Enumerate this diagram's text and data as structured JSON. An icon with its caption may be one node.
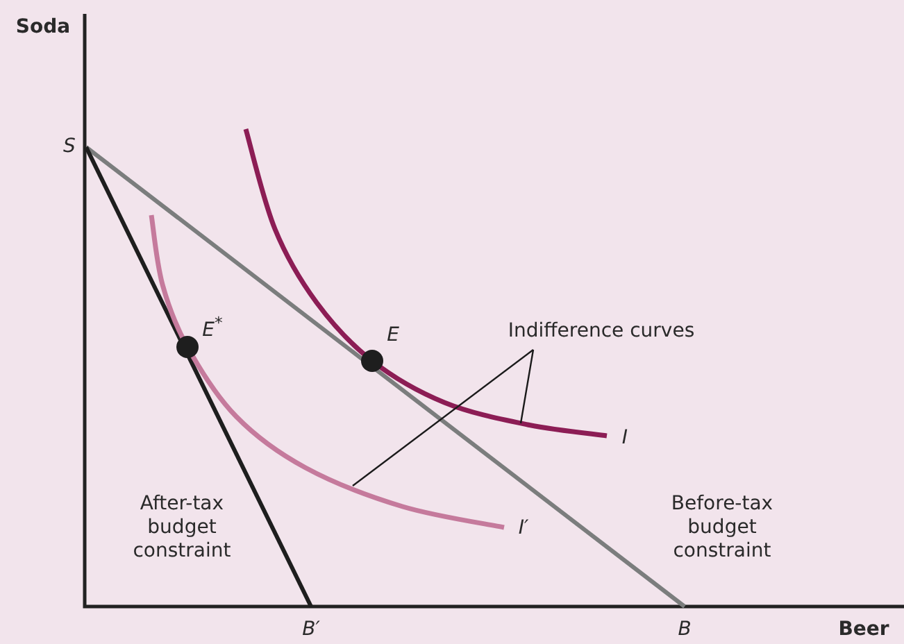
{
  "diagram": {
    "nodes": [
      {
        "text": [
          "Indifference curves"
        ]
      },
      {
        "text": [],
        "shape": "curve",
        "beside": [
          "I"
        ]
      },
      {
        "text": [],
        "shape": "curve",
        "beside": [
          "I′"
        ]
      }
    ],
    "edges": [
      {
        "from": 0,
        "to": 1,
        "arrow": "none"
      },
      {
        "from": 0,
        "to": 2,
        "arrow": "none"
      }
    ],
    "labels": [
      "Soda",
      "S",
      "E$^{*}$",
      "E",
      "After-tax budget constraint",
      "Before-tax budget constraint",
      "B′",
      "B",
      "Beer"
    ]
  }
}
